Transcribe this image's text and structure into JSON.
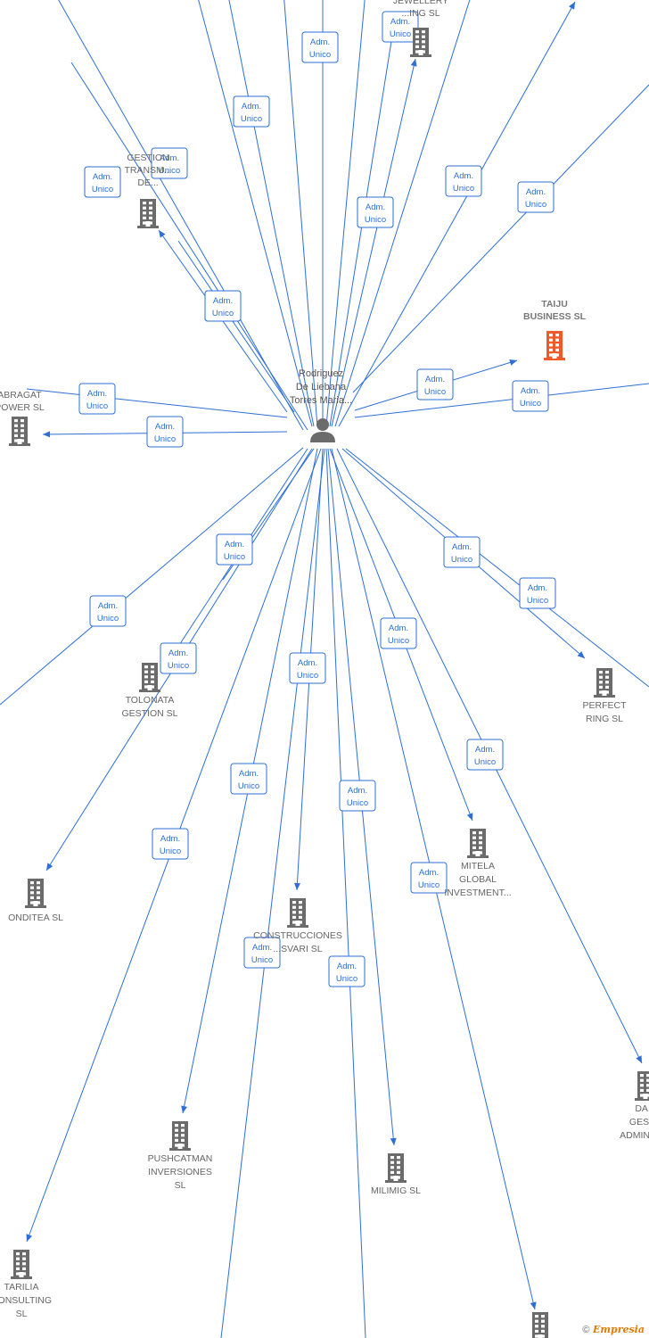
{
  "colors": {
    "edge": "#2d6fd6",
    "building": "#6b6b6b",
    "focus_building": "#f05a28",
    "person": "#6b6b6b"
  },
  "person": {
    "label_lines": [
      "Rodriguez",
      "De Liebana",
      "Torres Maria..."
    ],
    "icon": "person-icon"
  },
  "relation": {
    "line1": "Adm.",
    "line2": "Unico"
  },
  "companies": [
    {
      "id": "jewellery",
      "label_lines": [
        "JEWELLERY",
        "...ING SL"
      ],
      "focus": false
    },
    {
      "id": "gestion-transm",
      "label_lines": [
        "GESTION",
        "TRANSM...",
        "DE..."
      ],
      "focus": false
    },
    {
      "id": "taiju",
      "label_lines": [
        "TAIJU",
        "BUSINESS SL"
      ],
      "focus": true
    },
    {
      "id": "abragat",
      "label_lines": [
        "ABRAGAT",
        "POWER SL"
      ],
      "focus": false
    },
    {
      "id": "tolonata",
      "label_lines": [
        "TOLONATA",
        "GESTION SL"
      ],
      "focus": false
    },
    {
      "id": "perfect-ring",
      "label_lines": [
        "PERFECT",
        "RING SL"
      ],
      "focus": false
    },
    {
      "id": "mitela",
      "label_lines": [
        "MITELA",
        "GLOBAL",
        "INVESTMENT..."
      ],
      "focus": false
    },
    {
      "id": "onditea",
      "label_lines": [
        "ONDITEA SL"
      ],
      "focus": false
    },
    {
      "id": "construcciones",
      "label_lines": [
        "CONSTRUCCIONES",
        "...SVARI SL"
      ],
      "focus": false
    },
    {
      "id": "pushcatman",
      "label_lines": [
        "PUSHCATMAN",
        "INVERSIONES",
        "SL"
      ],
      "focus": false
    },
    {
      "id": "milimig",
      "label_lines": [
        "MILIMIG SL"
      ],
      "focus": false
    },
    {
      "id": "dag-gestion",
      "label_lines": [
        "DA...",
        "GEST...",
        "ADMINIST..."
      ],
      "focus": false
    },
    {
      "id": "tarilia",
      "label_lines": [
        "TARILIA",
        "CONSULTING",
        "SL"
      ],
      "focus": false
    },
    {
      "id": "bottom-right",
      "label_lines": [],
      "focus": false
    }
  ],
  "watermark": {
    "copyright": "©",
    "brand": "Empresia"
  }
}
